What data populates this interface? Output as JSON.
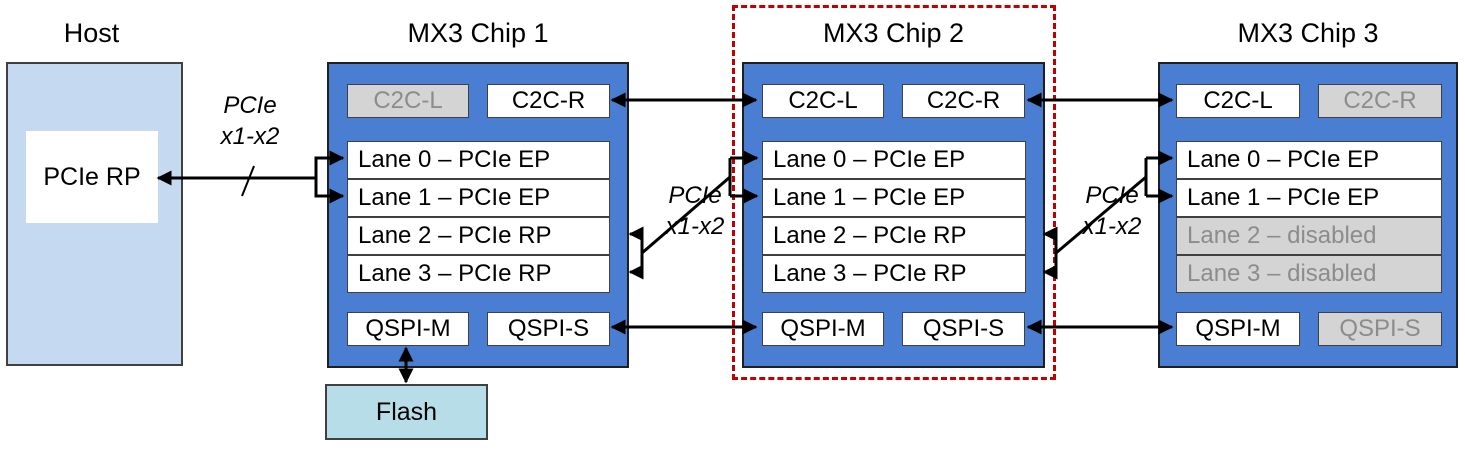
{
  "host": {
    "title": "Host",
    "root_port": "PCIe RP"
  },
  "flash": {
    "label": "Flash"
  },
  "link_labels": {
    "host_link": [
      "PCIe",
      "x1-x2"
    ],
    "chip1_chip2": [
      "PCIe",
      "x1-x2"
    ],
    "chip2_chip3": [
      "PCIe",
      "x1-x2"
    ]
  },
  "chips": [
    {
      "title": "MX3 Chip 1",
      "c2c_left": "C2C-L",
      "c2c_left_enabled": false,
      "c2c_right": "C2C-R",
      "c2c_right_enabled": true,
      "lanes": [
        {
          "label": "Lane 0 – PCIe EP",
          "enabled": true
        },
        {
          "label": "Lane 1 – PCIe EP",
          "enabled": true
        },
        {
          "label": "Lane 2 – PCIe RP",
          "enabled": true
        },
        {
          "label": "Lane 3 – PCIe RP",
          "enabled": true
        }
      ],
      "qspi_m": "QSPI-M",
      "qspi_m_enabled": true,
      "qspi_s": "QSPI-S",
      "qspi_s_enabled": true
    },
    {
      "title": "MX3 Chip 2",
      "highlighted": true,
      "c2c_left": "C2C-L",
      "c2c_left_enabled": true,
      "c2c_right": "C2C-R",
      "c2c_right_enabled": true,
      "lanes": [
        {
          "label": "Lane 0 – PCIe EP",
          "enabled": true
        },
        {
          "label": "Lane 1 – PCIe EP",
          "enabled": true
        },
        {
          "label": "Lane 2 – PCIe RP",
          "enabled": true
        },
        {
          "label": "Lane 3 – PCIe RP",
          "enabled": true
        }
      ],
      "qspi_m": "QSPI-M",
      "qspi_m_enabled": true,
      "qspi_s": "QSPI-S",
      "qspi_s_enabled": true
    },
    {
      "title": "MX3 Chip 3",
      "c2c_left": "C2C-L",
      "c2c_left_enabled": true,
      "c2c_right": "C2C-R",
      "c2c_right_enabled": false,
      "lanes": [
        {
          "label": "Lane 0 – PCIe EP",
          "enabled": true
        },
        {
          "label": "Lane 1 – PCIe EP",
          "enabled": true
        },
        {
          "label": "Lane 2 – disabled",
          "enabled": false
        },
        {
          "label": "Lane 3 – disabled",
          "enabled": false
        }
      ],
      "qspi_m": "QSPI-M",
      "qspi_m_enabled": true,
      "qspi_s": "QSPI-S",
      "qspi_s_enabled": false
    }
  ],
  "colors": {
    "host_fill": "#c5d9f1",
    "chip_fill": "#4a7ed2",
    "disabled_fill": "#d4d4d4",
    "disabled_text": "#8c8c8c",
    "flash_fill": "#b7dde8",
    "highlight_border": "#c00000"
  }
}
